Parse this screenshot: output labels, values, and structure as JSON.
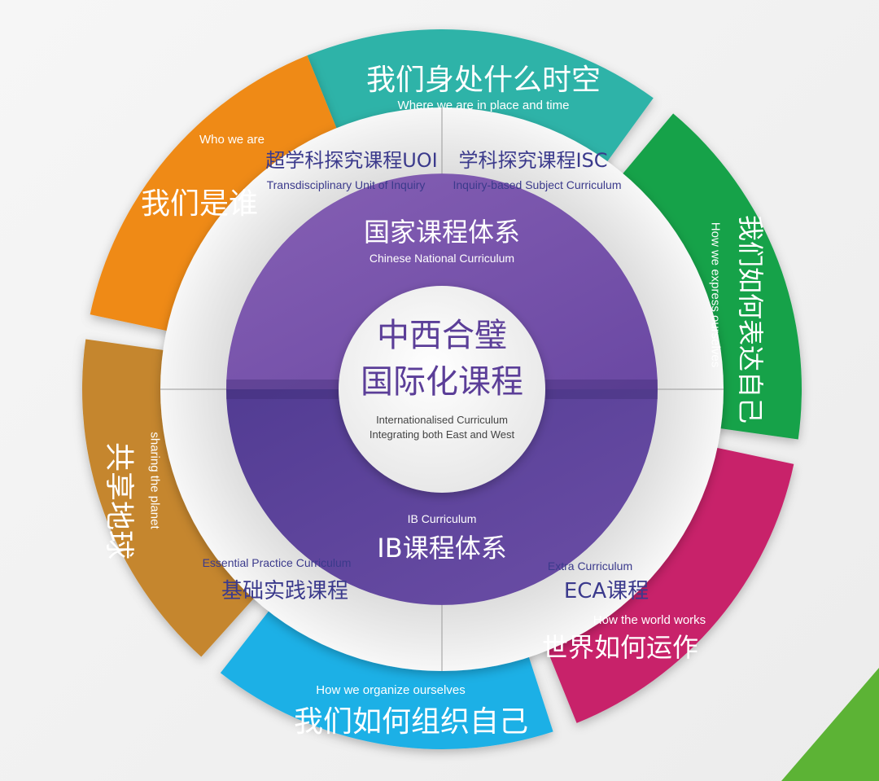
{
  "center": {
    "title_line1": "中西合璧",
    "title_line2": "国际化课程",
    "subtitle_line1": "Internationalised Curriculum",
    "subtitle_line2": "Integrating both East and West"
  },
  "core": {
    "top": {
      "cn": "国家课程体系",
      "en": "Chinese National Curriculum"
    },
    "bottom": {
      "cn": "IB课程体系",
      "en": "IB Curriculum"
    }
  },
  "middle_ring": [
    {
      "cn": "超学科探究课程UOI",
      "en": "Transdisciplinary Unit of Inquiry"
    },
    {
      "cn": "学科探究课程ISC",
      "en": "Inquiry-based Subject Curriculum"
    },
    {
      "cn": "ECA课程",
      "en": "Extra Curriculum"
    },
    {
      "cn": "基础实践课程",
      "en": "Essential Practice Curriculum"
    }
  ],
  "outer_ring": [
    {
      "cn": "我们身处什么时空",
      "en": "Where we are in place and time",
      "color": "#2db3a8"
    },
    {
      "cn": "我们如何表达自己",
      "en": "How we express ourselves",
      "color": "#14a24a"
    },
    {
      "cn": "世界如何运作",
      "en": "How the world works",
      "color": "#c8226a"
    },
    {
      "cn": "我们如何组织自己",
      "en": "How we organize ourselves",
      "color": "#1ab0e6"
    },
    {
      "cn": "共享地球",
      "en": "sharing the planet",
      "color": "#c5862e"
    },
    {
      "cn": "我们是谁",
      "en": "Who we are",
      "color": "#ef8a16"
    }
  ],
  "colors": {
    "purple_top": "#7c55ab",
    "purple_bottom": "#5a4197",
    "ring_text": "#3b3a8c",
    "center_text": "#5b3e98"
  }
}
